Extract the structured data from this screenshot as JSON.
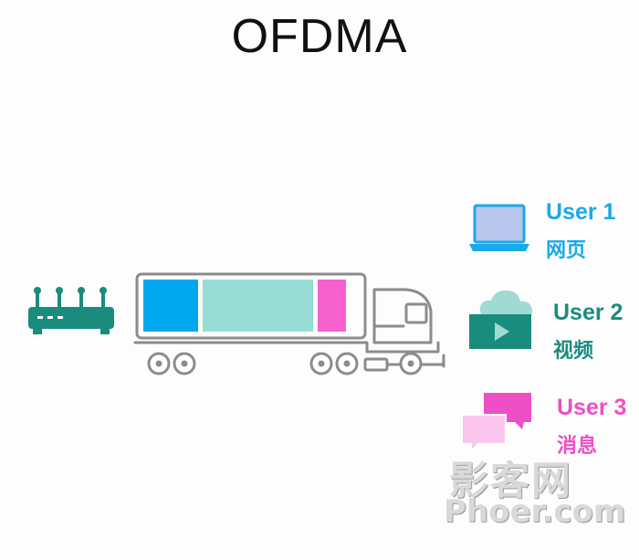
{
  "title": "OFDMA",
  "colors": {
    "router": "#1a8c7e",
    "user1": "#1ba9e8",
    "user2": "#1a8c7e",
    "user3": "#ee4fc4",
    "truck_outline": "#8c8c8c",
    "cargo_block1": "#00a8f0",
    "cargo_block2": "#97ddd5",
    "cargo_block3": "#f661cf"
  },
  "icons": {
    "router": "router-icon",
    "truck": "truck-icon",
    "user1": "laptop-icon",
    "user2": "video-cloud-icon",
    "user3": "chat-bubbles-icon"
  },
  "users": [
    {
      "label": "User 1",
      "sub": "网页"
    },
    {
      "label": "User 2",
      "sub": "视频"
    },
    {
      "label": "User 3",
      "sub": "消息"
    }
  ],
  "watermark": {
    "line1": "影客网",
    "line2": "Phoer.com"
  }
}
